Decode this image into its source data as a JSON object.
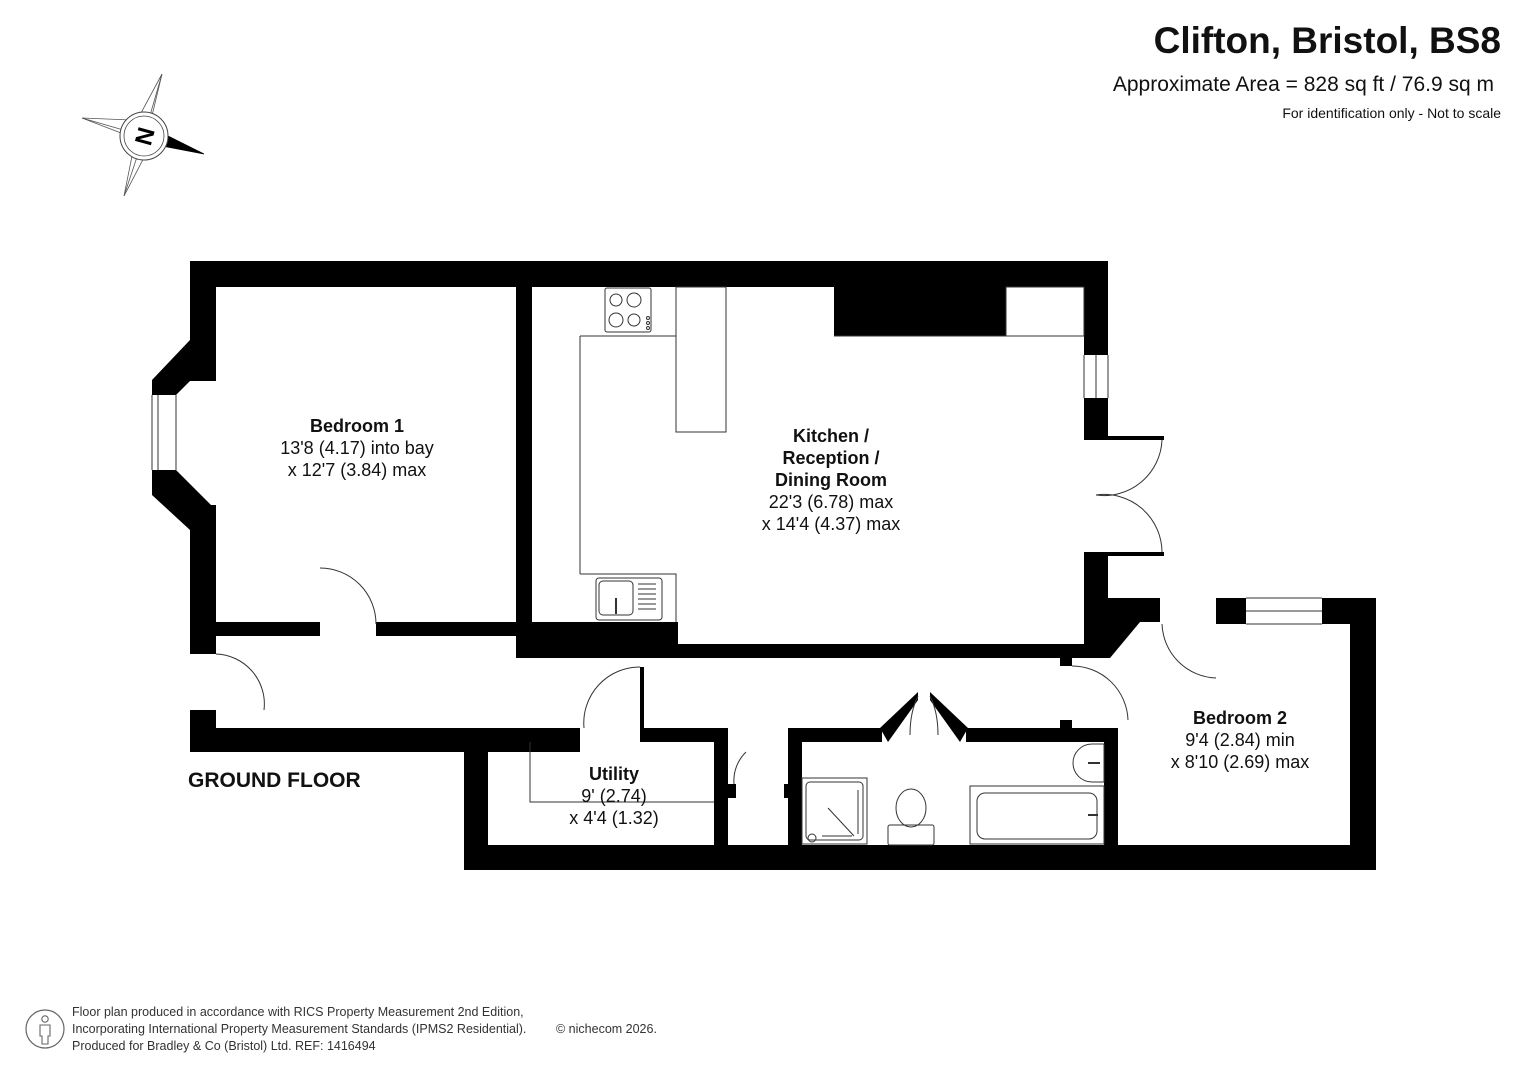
{
  "header": {
    "title": "Clifton, Bristol, BS8",
    "area": "Approximate Area = 828 sq ft / 76.9 sq m",
    "disclaimer": "For identification only - Not to scale"
  },
  "compass": {
    "label": "N",
    "icon": "compass-rose-icon"
  },
  "floor": {
    "label": "GROUND FLOOR"
  },
  "rooms": [
    {
      "name": "Bedroom 1",
      "dim1": "13'8 (4.17) into bay",
      "dim2": "x 12'7 (3.84) max"
    },
    {
      "name_lines": [
        "Kitchen /",
        "Reception /",
        "Dining Room"
      ],
      "dim1": "22'3 (6.78) max",
      "dim2": "x 14'4 (4.37) max"
    },
    {
      "name": "Bedroom 2",
      "dim1": "9'4 (2.84) min",
      "dim2": "x 8'10 (2.69) max"
    },
    {
      "name": "Utility",
      "dim1": "9' (2.74)",
      "dim2": "x 4'4 (1.32)"
    }
  ],
  "fixtures": [
    "hob-icon",
    "sink-icon",
    "shower-icon",
    "toilet-icon",
    "bath-icon",
    "basin-icon"
  ],
  "footer": {
    "line1": "Floor plan produced in accordance with RICS Property Measurement 2nd Edition,",
    "line2": "Incorporating International Property Measurement Standards (IPMS2 Residential).",
    "line3": "Produced for Bradley & Co (Bristol) Ltd.   REF:  1416494",
    "copyright": "© nichecom 2026."
  },
  "colors": {
    "wall": "#000000",
    "background": "#ffffff",
    "text": "#111111"
  }
}
